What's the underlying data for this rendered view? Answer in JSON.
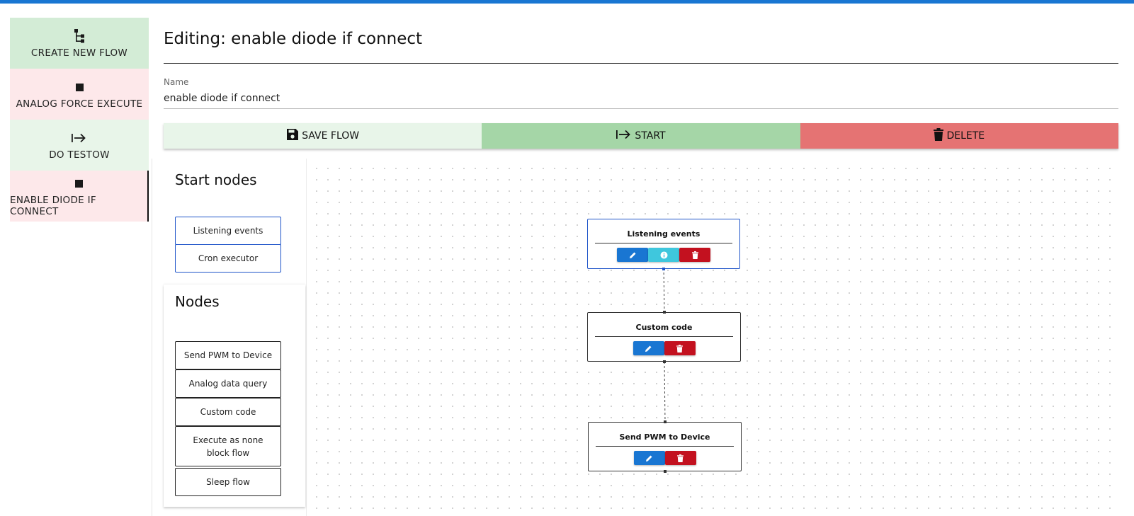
{
  "sidebar": {
    "items": [
      {
        "label": "CREATE NEW FLOW",
        "icon": "flow-tree-icon"
      },
      {
        "label": "ANALOG FORCE EXECUTE",
        "icon": "stop-square-icon"
      },
      {
        "label": "DO TESTOW",
        "icon": "arrow-right-to-bar-icon"
      },
      {
        "label": "ENABLE DIODE IF CONNECT",
        "icon": "stop-square-icon"
      }
    ]
  },
  "header": {
    "title": "Editing: enable diode if connect",
    "name_label": "Name",
    "name_value": "enable diode if connect"
  },
  "toolbar": {
    "save_label": "SAVE FLOW",
    "start_label": "START",
    "delete_label": "DELETE"
  },
  "palette": {
    "start_title": "Start nodes",
    "start_nodes": [
      "Listening events",
      "Cron executor"
    ],
    "nodes_title": "Nodes",
    "nodes": [
      "Send PWM to Device",
      "Analog data query",
      "Custom code",
      "Execute as none block flow",
      "Sleep flow"
    ]
  },
  "canvas": {
    "nodes": [
      {
        "title": "Listening events",
        "buttons": [
          "edit",
          "info",
          "delete"
        ]
      },
      {
        "title": "Custom code",
        "buttons": [
          "edit",
          "delete"
        ]
      },
      {
        "title": "Send PWM to Device",
        "buttons": [
          "edit",
          "delete"
        ]
      }
    ]
  },
  "colors": {
    "accent": "#1976d2",
    "start_button": "#a5d6a7",
    "delete_button": "#e57373",
    "save_button": "#e8f5e9",
    "node_delete": "#c3111f",
    "node_info": "#3fc7dd"
  }
}
